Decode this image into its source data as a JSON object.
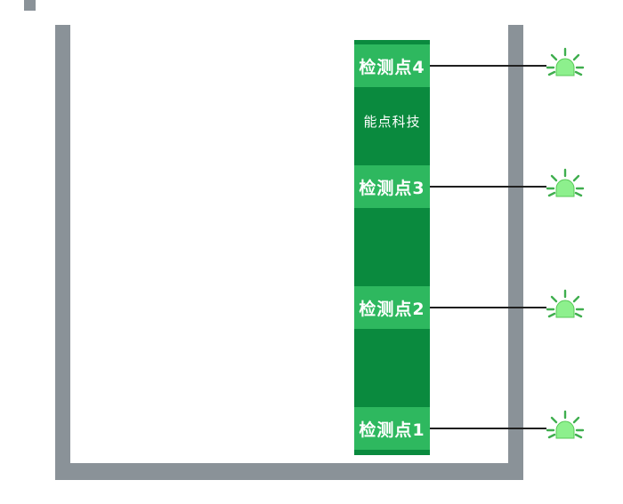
{
  "brand": {
    "label": "能点科技"
  },
  "points": [
    {
      "label": "检测点4",
      "status": "on"
    },
    {
      "label": "检测点3",
      "status": "on"
    },
    {
      "label": "检测点2",
      "status": "on"
    },
    {
      "label": "检测点1",
      "status": "on"
    }
  ],
  "colors": {
    "wall_gray": "#8a9298",
    "bar_dark_green": "#0a8a3e",
    "segment_green": "#2eb85f",
    "led_fill": "#8df08d",
    "led_ray": "#3fae4e",
    "line_color": "#1f1f1f",
    "label_text": "#ffffff"
  }
}
